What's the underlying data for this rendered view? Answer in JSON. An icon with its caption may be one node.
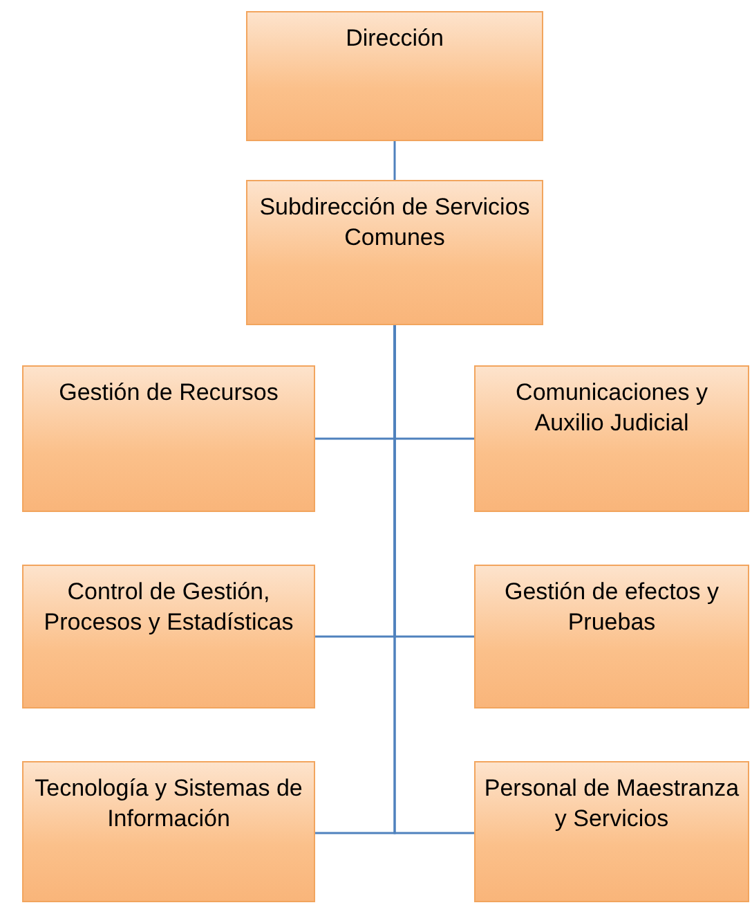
{
  "diagram": {
    "nodes": [
      {
        "text": [
          "Dirección"
        ]
      },
      {
        "text": [
          "Subdirección de Servicios Comunes"
        ]
      },
      {
        "text": [
          "Gestión de Recursos"
        ]
      },
      {
        "text": [
          "Comunicaciones y Auxilio Judicial"
        ]
      },
      {
        "text": [
          "Control de Gestión, Procesos y Estadísticas"
        ]
      },
      {
        "text": [
          "Gestión de efectos y Pruebas"
        ]
      },
      {
        "text": [
          "Tecnología y Sistemas de Información"
        ]
      },
      {
        "text": [
          "Personal de Maestranza y Servicios"
        ]
      }
    ],
    "edges": [
      {
        "from": 0,
        "to": 1,
        "arrow": "none"
      },
      {
        "from": 1,
        "to": 2,
        "arrow": "none"
      },
      {
        "from": 1,
        "to": 3,
        "arrow": "none"
      },
      {
        "from": 1,
        "to": 4,
        "arrow": "none"
      },
      {
        "from": 1,
        "to": 5,
        "arrow": "none"
      },
      {
        "from": 1,
        "to": 6,
        "arrow": "none"
      },
      {
        "from": 1,
        "to": 7,
        "arrow": "none"
      }
    ]
  }
}
